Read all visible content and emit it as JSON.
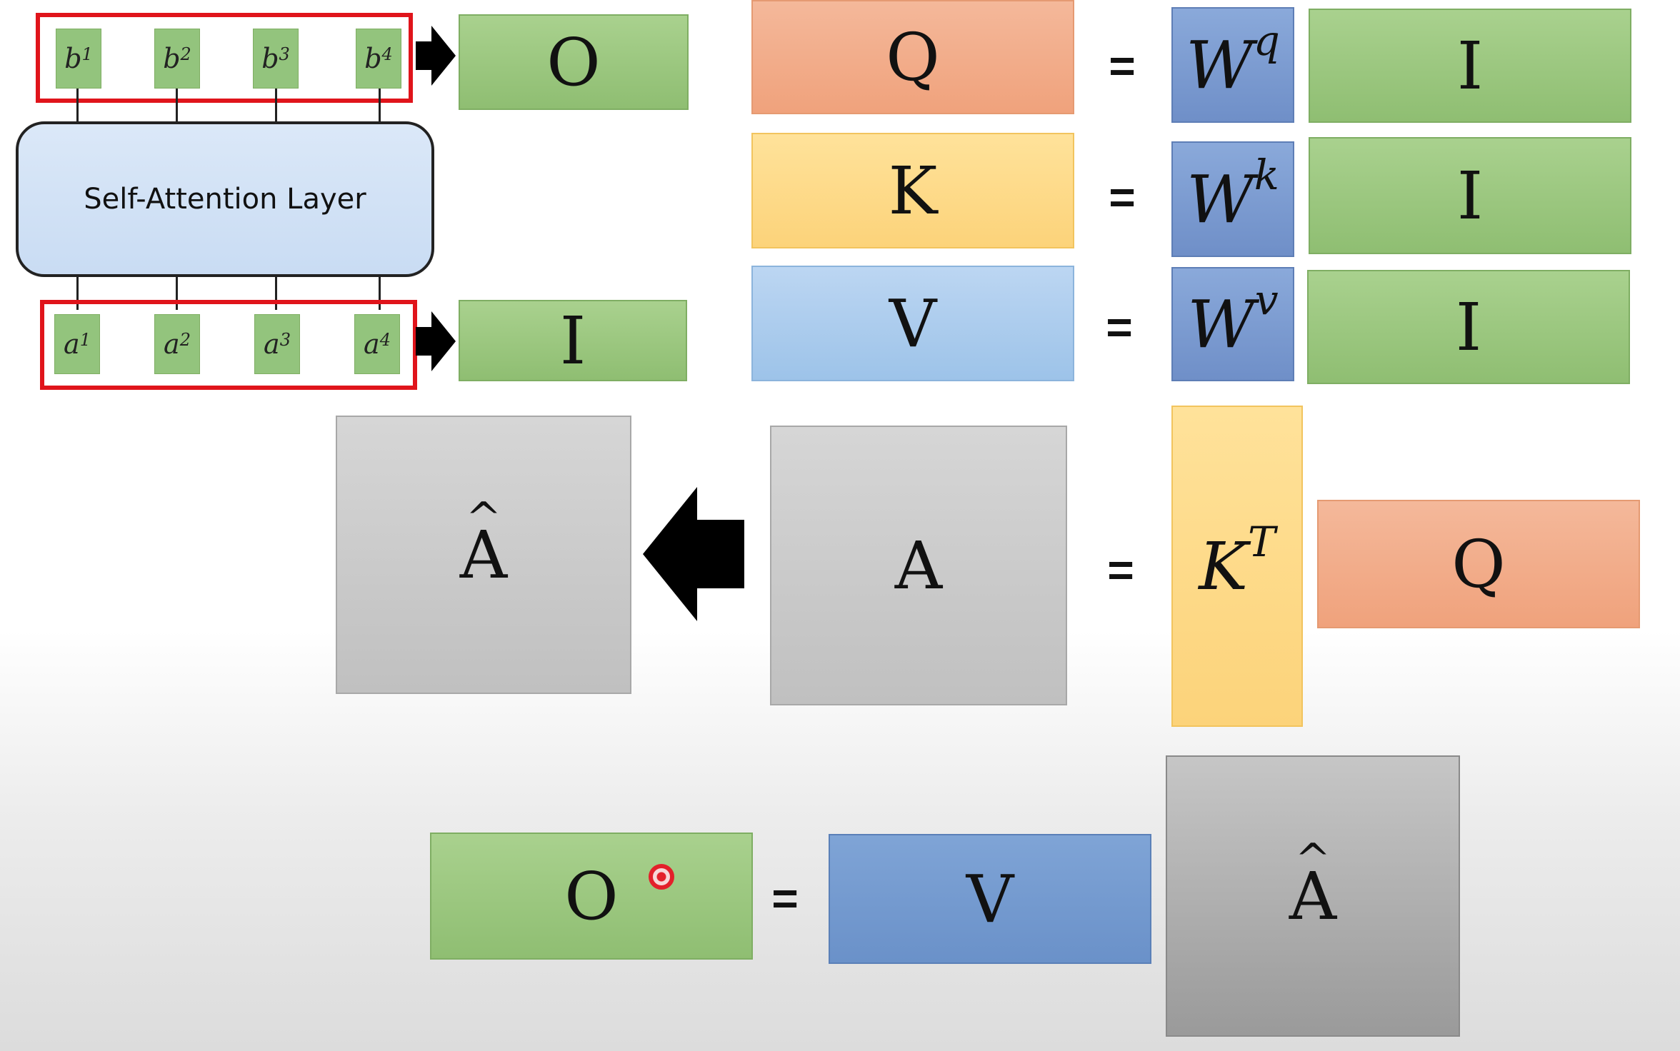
{
  "diagram": {
    "inputs": [
      {
        "base": "a",
        "sup": "1"
      },
      {
        "base": "a",
        "sup": "2"
      },
      {
        "base": "a",
        "sup": "3"
      },
      {
        "base": "a",
        "sup": "4"
      }
    ],
    "outputs": [
      {
        "base": "b",
        "sup": "1"
      },
      {
        "base": "b",
        "sup": "2"
      },
      {
        "base": "b",
        "sup": "3"
      },
      {
        "base": "b",
        "sup": "4"
      }
    ],
    "layer_label": "Self-Attention Layer",
    "output_matrix": "O",
    "input_matrix": "I",
    "equations": {
      "q": {
        "lhs": "Q",
        "eq": "=",
        "w_base": "W",
        "w_sup": "q",
        "rhs": "I"
      },
      "k": {
        "lhs": "K",
        "eq": "=",
        "w_base": "W",
        "w_sup": "k",
        "rhs": "I"
      },
      "v": {
        "lhs": "V",
        "eq": "=",
        "w_base": "W",
        "w_sup": "v",
        "rhs": "I"
      },
      "attention": {
        "a_hat": "A",
        "a": "A",
        "eq": "=",
        "kt_base": "K",
        "kt_sup": "T",
        "q": "Q"
      },
      "output": {
        "lhs": "O",
        "eq": "=",
        "v": "V",
        "a_hat": "A"
      }
    },
    "hat_glyph": "^",
    "colors": {
      "green": "#a9d18e",
      "orange": "#f4b89a",
      "yellow": "#ffe29a",
      "light_blue": "#bcd6f2",
      "dark_blue": "#6f8fc8",
      "gray": "#c0c0c0",
      "red_outline": "#e0141b"
    }
  }
}
